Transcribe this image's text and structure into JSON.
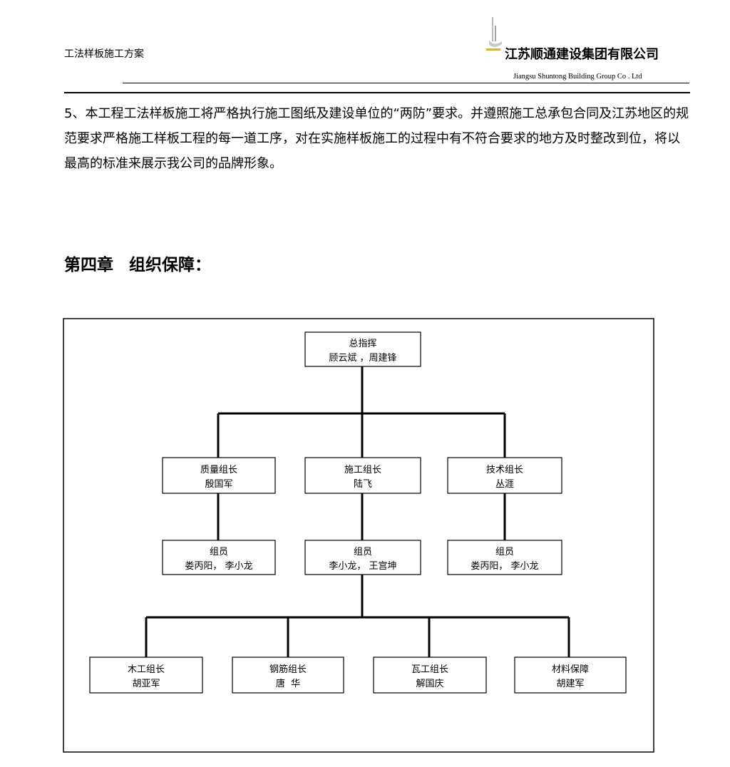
{
  "header": {
    "left_title": "工法样板施工方案",
    "company_cn": "江苏顺通建设集团有限公司",
    "company_en": "Jiangsu Shuntong Building Group Co . Ltd"
  },
  "body": {
    "paragraph": "5、本工程工法样板施工将严格执行施工图纸及建设单位的“两防”要求。并遵照施工总承包合同及江苏地区的规范要求严格施工样板工程的每一道工序，对在实施样板施工的过程中有不符合要求的地方及时整改到位，将以最高的标准来展示我公司的品牌形象。",
    "chapter_title": "第四章  组织保障："
  },
  "org_chart": {
    "top": {
      "title": "总指挥",
      "names": "顾云斌 ，周建锋"
    },
    "leaders": [
      {
        "title": "质量组长",
        "names": "殷国军"
      },
      {
        "title": "施工组长",
        "names": "陆飞"
      },
      {
        "title": "技术组长",
        "names": "丛涯"
      }
    ],
    "members": [
      {
        "title": "组员",
        "names": "娄丙阳， 李小龙"
      },
      {
        "title": "组员",
        "names": "李小龙， 王宫坤"
      },
      {
        "title": "组员",
        "names": "娄丙阳， 李小龙"
      }
    ],
    "teams": [
      {
        "title": "木工组长",
        "names": "胡亚军"
      },
      {
        "title": "钢筋组长",
        "names": "唐  华"
      },
      {
        "title": "瓦工组长",
        "names": "解国庆"
      },
      {
        "title": "材料保障",
        "names": "胡建军"
      }
    ]
  }
}
